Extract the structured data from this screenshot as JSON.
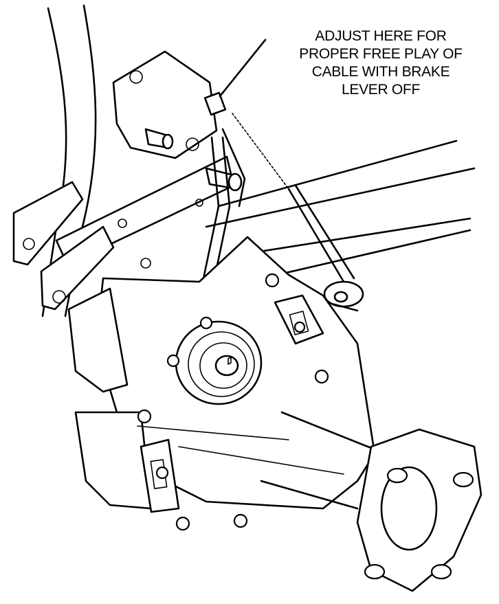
{
  "annotation": {
    "lines": [
      "ADJUST HERE FOR",
      "PROPER FREE PLAY OF",
      "CABLE WITH BRAKE",
      "LEVER OFF"
    ]
  },
  "colors": {
    "line": "#000000",
    "background": "#ffffff"
  }
}
